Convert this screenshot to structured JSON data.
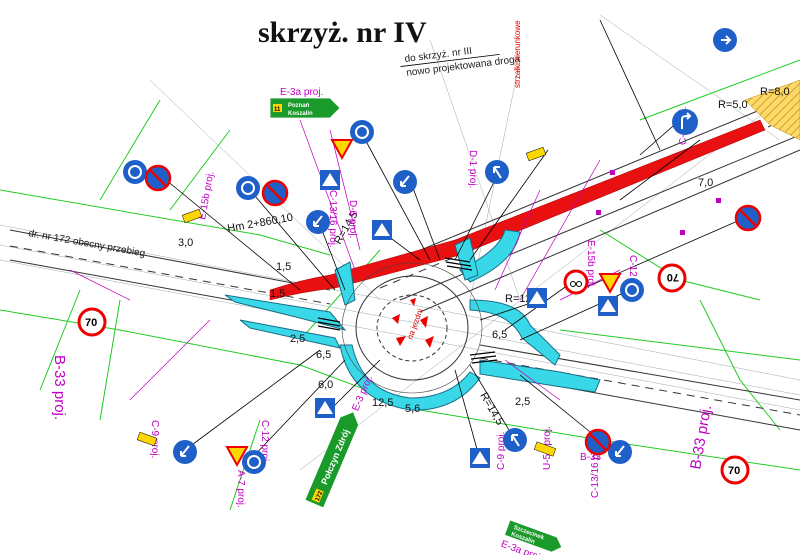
{
  "title": "skrzyż. nr IV",
  "direction_note": {
    "line1": "do skrzyż. nr III",
    "line2": "nowo projektowana droga"
  },
  "road_existing": "dr. nr 172 obecny przebieg",
  "road_b33_left": "B-33 proj.",
  "road_b33_right": "B-33 proj.",
  "hm_label": "Hm 2+860,10",
  "green_sign_top": {
    "ref": "E-3a proj.",
    "line1": "Poznań",
    "line2": "Koszalin",
    "num": "11"
  },
  "green_sign_bottom": {
    "ref": "E-3 proj.",
    "line1": "Połczyn Zdrój",
    "num": "172"
  },
  "green_sign_right": {
    "ref": "E-3a proj.",
    "line1": "Szczecinek",
    "line2": "Koszalin"
  },
  "sign_labels": {
    "c4": "C-4 proj.",
    "c13_top": "C-13/16 proj.",
    "c9_left": "C-9 proj.",
    "c9_right": "C-9 proj.",
    "d6": "D-6 proj.",
    "d1": "D-1 proj.",
    "a7": "A-7 proj.",
    "c12_left": "C-12 proj.",
    "c12_right": "C-12 proj.",
    "e15b_left": "E-15b proj.",
    "e15b_right": "E-15b proj.",
    "u5a": "U-5a proj.",
    "c13_bottom": "C-13/16 proj.",
    "b33_small": "B-33"
  },
  "speed_limits": [
    "70",
    "70",
    "70"
  ],
  "dimensions": {
    "r5": "R=5,0",
    "r8": "R=8,0",
    "r14_a": "R=14,5",
    "r14_b": "R=14,5",
    "r12": "R=12",
    "d30": "3,0",
    "d15a": "1,5",
    "d15b": "1,5",
    "d65a": "6,5",
    "d65b": "6,5",
    "d125": "12,5",
    "d60": "6,0",
    "d56": "5,6",
    "d25a": "2,5",
    "d25b": "2,5",
    "d70": "7,0"
  },
  "red_notes": [
    "strzałki kierunkowe",
    "na jezdni"
  ],
  "colors": {
    "ring": "#38d8e8",
    "cycle_path": "#e81010",
    "contour": "#22cc22",
    "annotation": "#c000c0",
    "sign_blue": "#1f5fc8",
    "sign_green": "#1a9a2a"
  }
}
